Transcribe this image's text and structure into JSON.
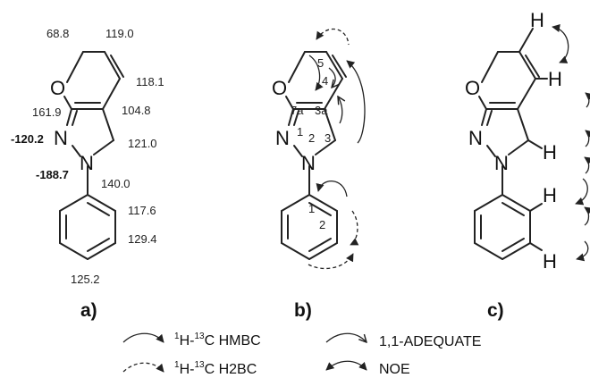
{
  "structure_a": {
    "atoms": {
      "O": "O",
      "N1": "N",
      "N2": "N"
    },
    "shifts": {
      "c_ch2": "68.8",
      "c_5": "119.0",
      "c_4": "118.1",
      "c_7a": "161.9",
      "c_3a": "104.8",
      "c_3": "121.0",
      "n_1": "-120.2",
      "n_2": "-188.7",
      "c_ipso": "140.0",
      "c_ortho": "117.6",
      "c_meta": "129.4",
      "c_para": "125.2"
    },
    "label": "a)"
  },
  "structure_b": {
    "atoms": {
      "O": "O",
      "N1": "N",
      "N2": "N"
    },
    "numbers": {
      "n5": "5",
      "n4": "4",
      "n7a": "7a",
      "n3a": "3a",
      "n1": "1",
      "n2": "2",
      "n3": "3",
      "ph1": "1",
      "ph2": "2"
    },
    "label": "b)"
  },
  "structure_c": {
    "atoms": {
      "O": "O",
      "N1": "N",
      "N2": "N"
    },
    "hydrogens": {
      "h5": "H",
      "h4": "H",
      "h3": "H",
      "h_ortho": "H",
      "h_meta": "H"
    },
    "label": "c)"
  },
  "legend": {
    "hmbc": {
      "sup1": "1",
      "h": "H-",
      "sup2": "13",
      "c": "C HMBC"
    },
    "h2bc": {
      "sup1": "1",
      "h": "H-",
      "sup2": "13",
      "c": "C H2BC"
    },
    "adequate": "1,1-ADEQUATE",
    "noe": "NOE"
  }
}
